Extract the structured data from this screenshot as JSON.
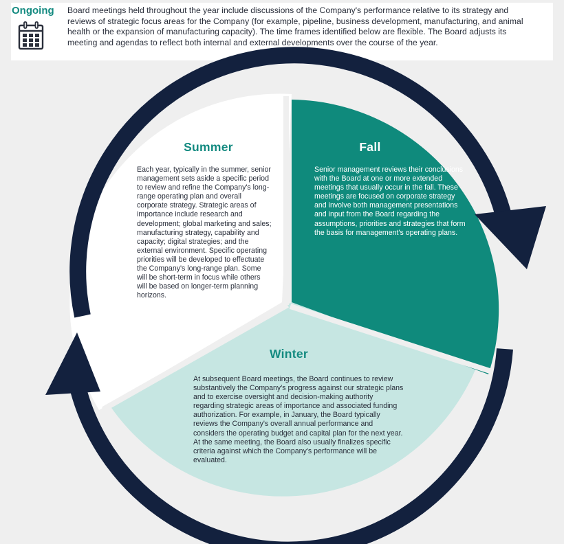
{
  "ongoing": {
    "label": "Ongoing",
    "icon": "calendar-icon",
    "text": "Board meetings held throughout the year include discussions of the Company's performance relative to its strategy and reviews of strategic focus areas for the Company (for example, pipeline, business development, manufacturing, and animal health or the expansion of manufacturing capacity). The time frames identified below are flexible. The Board adjusts its meeting and agendas to reflect both internal and external developments over the course of the year."
  },
  "sections": {
    "summer": {
      "title": "Summer",
      "text": "Each year, typically in the summer, senior management sets aside a specific period to review and refine the Company's long-range operating plan and overall corporate strategy. Strategic areas of importance include research and development; global marketing and sales; manufacturing strategy, capability and capacity; digital strategies; and the external environment. Specific operating priorities will be developed to effectuate the Company's long-range plan. Some will be short-term in focus while others will be based on longer-term planning horizons."
    },
    "fall": {
      "title": "Fall",
      "text": "Senior management reviews their conclusions with the Board at one or more extended meetings that usually occur in the fall. These meetings are focused on corporate strategy and involve both management presentations and input from the Board regarding the assumptions, priorities and strategies that form the basis for management's operating plans."
    },
    "winter": {
      "title": "Winter",
      "text": "At subsequent Board meetings, the Board continues to review substantively the Company's progress against our strategic plans and to exercise oversight and decision-making authority regarding strategic areas of importance and associated funding authorization. For example, in January, the Board typically reviews the Company's overall annual performance and considers the operating budget and capital plan for the next year. At the same meeting, the Board also usually finalizes specific criteria against which the Company's performance will be evaluated."
    }
  },
  "colors": {
    "navy": "#13213e",
    "teal": "#0f8a7c",
    "light_teal": "#c6e6e2",
    "accent_text": "#138a80",
    "background": "#efefef"
  }
}
